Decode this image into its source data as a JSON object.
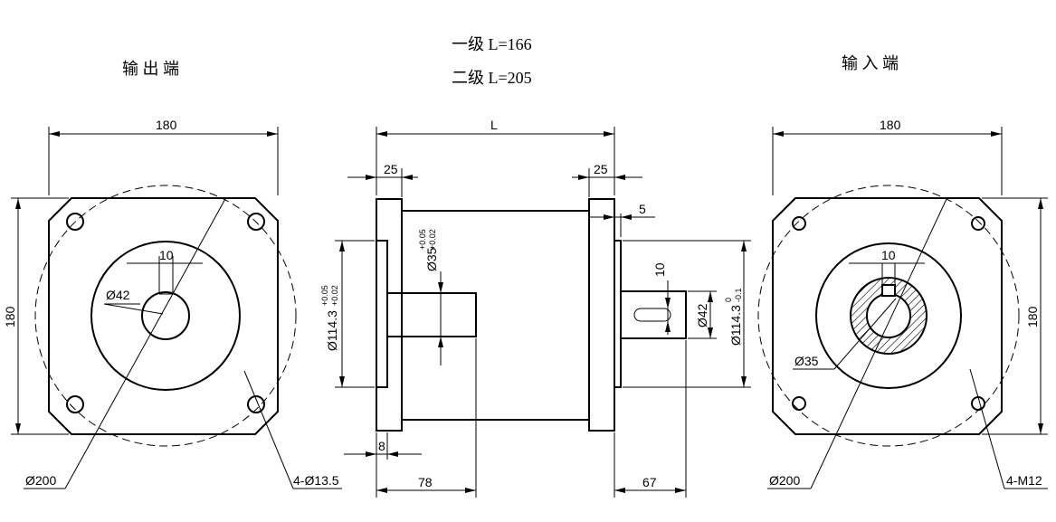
{
  "headers": {
    "output_end": "输 出 端",
    "input_end": "输 入 端",
    "length_stage1": "一级 L=166",
    "length_stage2": "二级 L=205"
  },
  "left_view": {
    "width": "180",
    "height": "180",
    "keyway": "10",
    "bore": "Ø42",
    "pcd": "Ø200",
    "holes": "4-Ø13.5"
  },
  "side_view": {
    "length": "L",
    "flange_left": "25",
    "flange_right": "25",
    "gap": "5",
    "pilot": "Ø114.3",
    "pilot_tol_upper": "+0.05",
    "pilot_tol_lower": "+0.02",
    "shaft": "Ø35",
    "shaft_tol_upper": "+0.05",
    "shaft_tol_lower": "+0.02",
    "spigot": "8",
    "output_len": "78",
    "input_len": "67",
    "input_key": "10",
    "input_shaft": "Ø42",
    "input_pilot": "Ø114.3",
    "input_pilot_tol_upper": "0",
    "input_pilot_tol_lower": "-0.1"
  },
  "right_view": {
    "width": "180",
    "height": "180",
    "keyway": "10",
    "bore": "Ø35",
    "pcd": "Ø200",
    "holes": "4-M12"
  }
}
